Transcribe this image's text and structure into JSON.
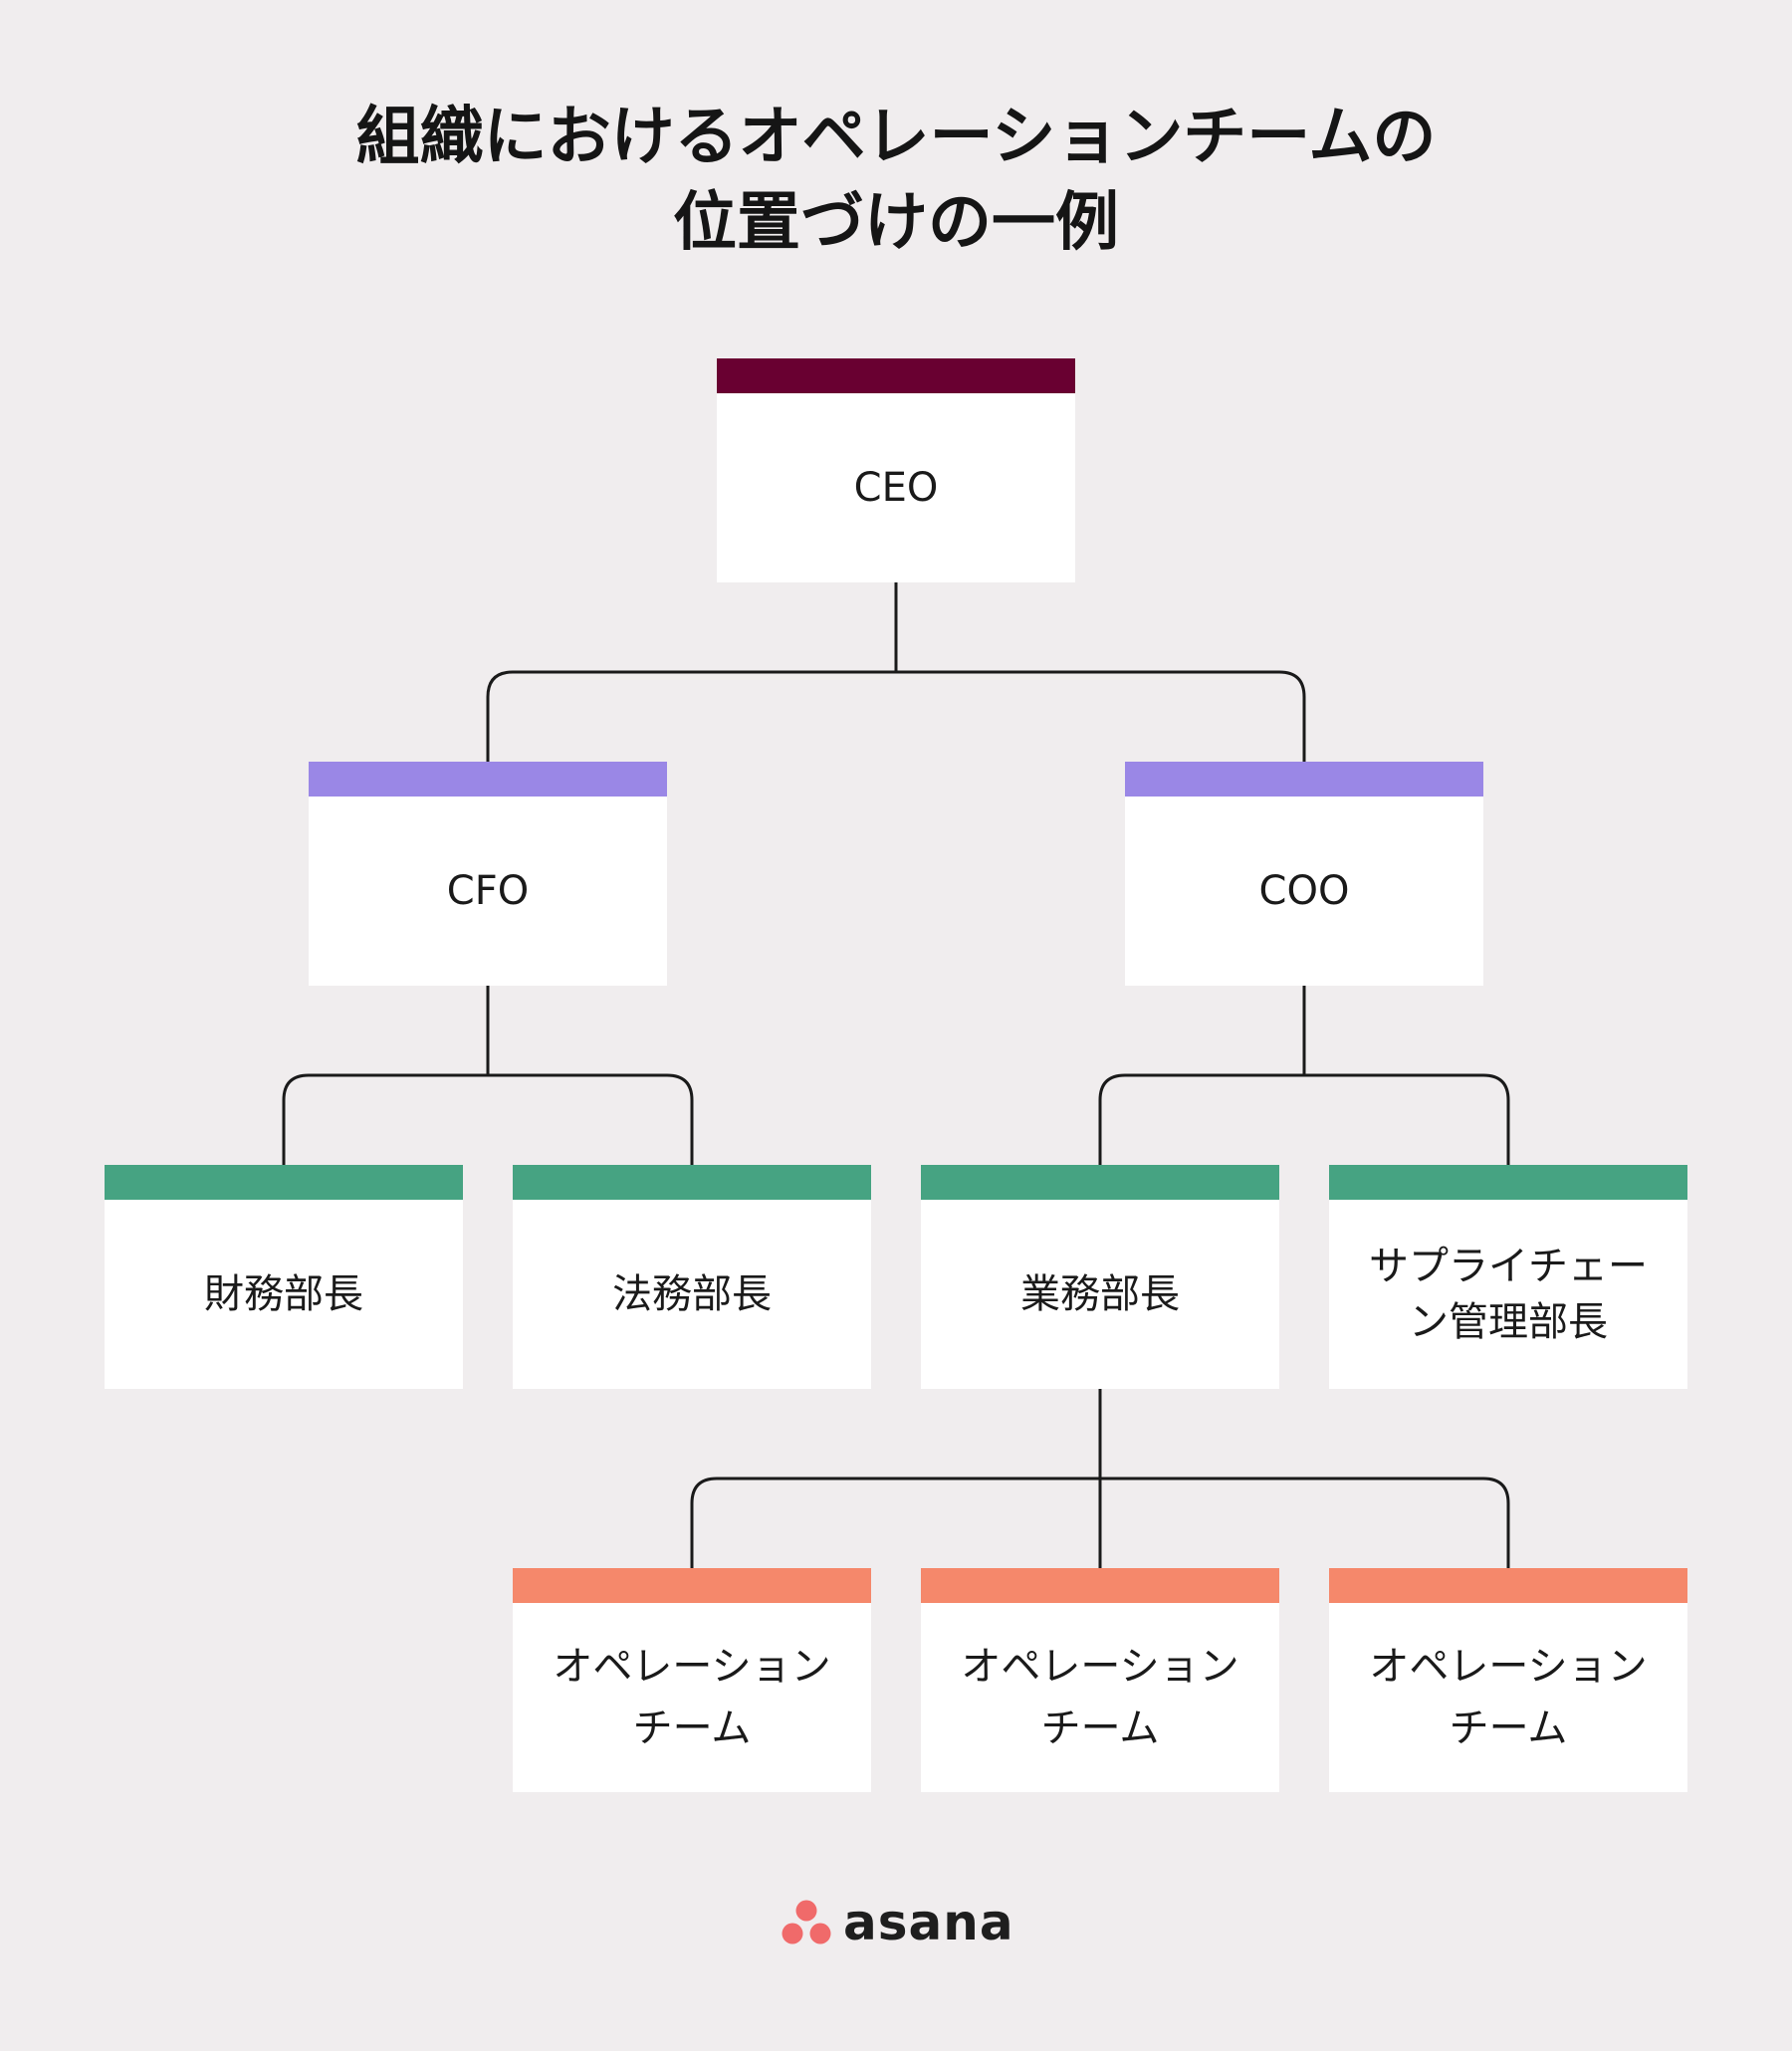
{
  "title": {
    "line1": "組織におけるオペレーションチームの",
    "line2": "位置づけの一例"
  },
  "colors": {
    "background": "#f0edee",
    "ceo_bar": "#690031",
    "c_level_bar": "#9a87e6",
    "manager_bar": "#46a382",
    "team_bar": "#f5886b",
    "connector": "#1a1a1a"
  },
  "nodes": {
    "ceo": {
      "label": "CEO"
    },
    "cfo": {
      "label": "CFO"
    },
    "coo": {
      "label": "COO"
    },
    "finance": {
      "label": "財務部長"
    },
    "legal": {
      "label": "法務部長"
    },
    "operations": {
      "label": "業務部長"
    },
    "supply_chain": {
      "label": "サプライチェーン管理部長"
    },
    "team1": {
      "label": "オペレーションチーム"
    },
    "team2": {
      "label": "オペレーションチーム"
    },
    "team3": {
      "label": "オペレーションチーム"
    }
  },
  "logo": {
    "text": "asana",
    "icon": "asana-dots-icon",
    "color": "#f06a6a"
  }
}
